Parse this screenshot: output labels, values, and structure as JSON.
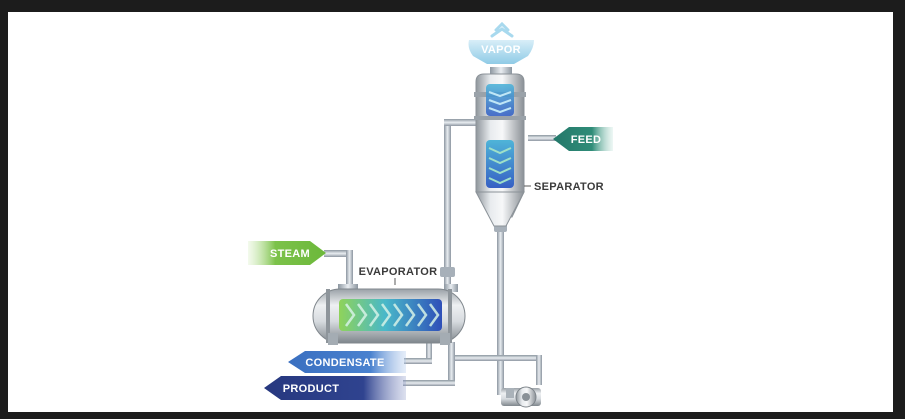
{
  "labels": {
    "vapor": "VAPOR",
    "feed": "FEED",
    "separator": "SEPARATOR",
    "steam": "STEAM",
    "evaporator": "EVAPORATOR",
    "condensate": "CONDENSATE",
    "product": "PRODUCT"
  },
  "colors": {
    "vapor": "#9fd3ec",
    "feed": "#2f8c78",
    "steam": "#7cc24a",
    "condensate": "#3f78c8",
    "product": "#2c3f8e",
    "pipe": "#b9c4cf",
    "vessel": "#c8cdd2",
    "background": "#ffffff",
    "frame": "#1c1c1c"
  }
}
